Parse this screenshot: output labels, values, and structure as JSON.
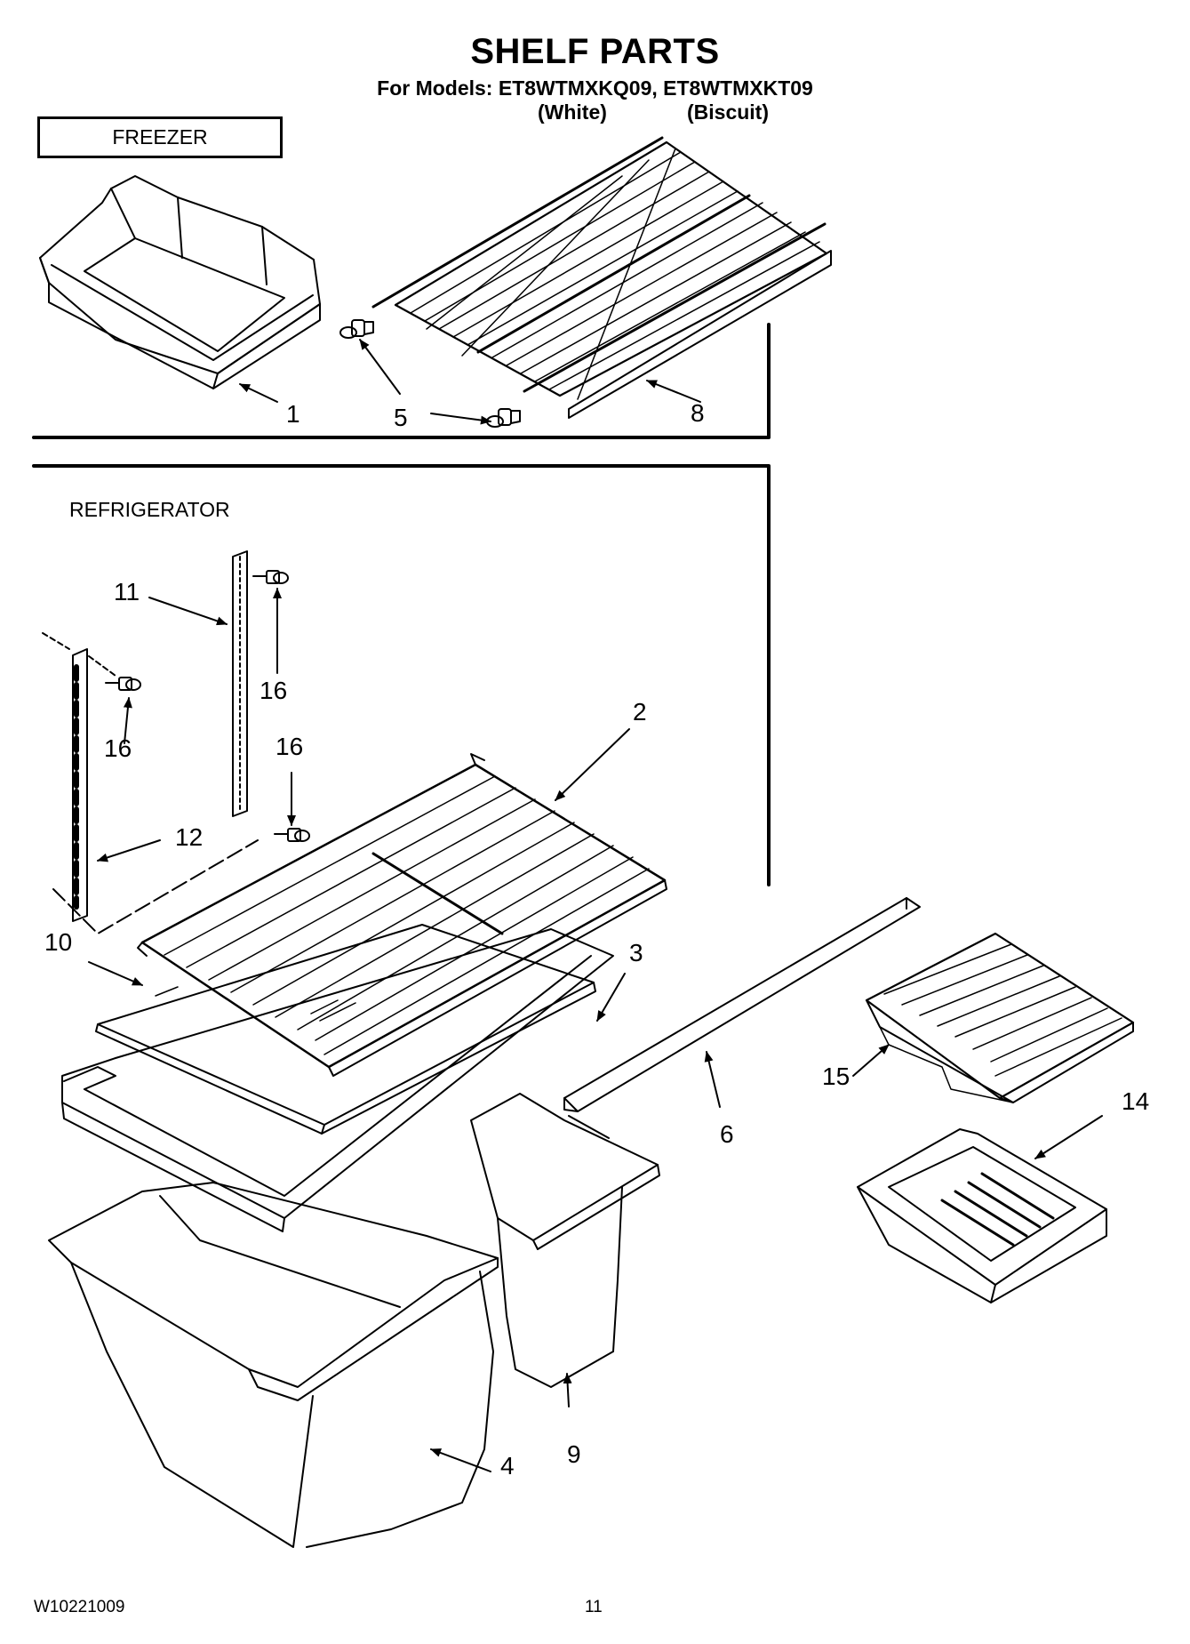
{
  "header": {
    "title": "SHELF PARTS",
    "models_line": "For Models: ET8WTMXKQ09, ET8WTMXKT09",
    "finish_white": "(White)",
    "finish_biscuit": "(Biscuit)"
  },
  "sections": {
    "freezer": "FREEZER",
    "refrigerator": "REFRIGERATOR"
  },
  "callouts": {
    "c1": "1",
    "c2": "2",
    "c3": "3",
    "c4": "4",
    "c5": "5",
    "c6": "6",
    "c8": "8",
    "c9": "9",
    "c10": "10",
    "c11": "11",
    "c12": "12",
    "c14": "14",
    "c15": "15",
    "c16a": "16",
    "c16b": "16",
    "c16c": "16"
  },
  "footer": {
    "doc_number": "W10221009",
    "page_number": "11"
  }
}
